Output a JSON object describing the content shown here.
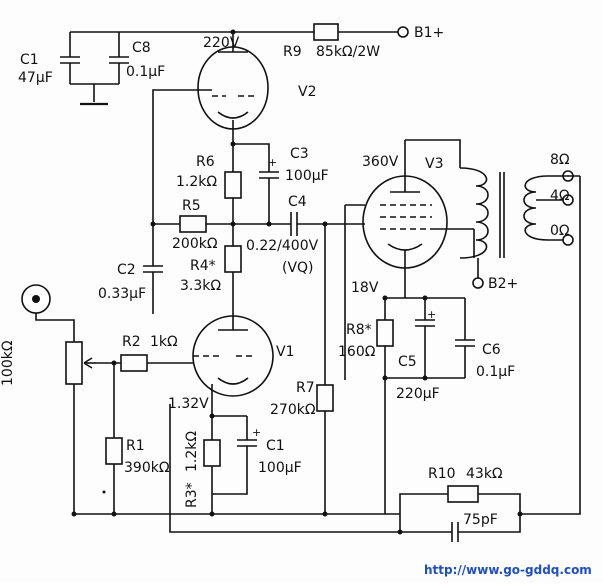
{
  "labels": {
    "c1_top": "C1",
    "c1_top_val": "47μF",
    "c8": "C8",
    "c8_val": "0.1μF",
    "v2_volt": "220V",
    "r9": "R9",
    "r9_val": "85kΩ/2W",
    "b1": "B1+",
    "v2": "V2",
    "r6": "R6",
    "r6_val": "1.2kΩ",
    "c3": "C3",
    "c3_val": "100μF",
    "v3_volt": "360V",
    "v3": "V3",
    "tap_8": "8Ω",
    "tap_4": "4Ω",
    "tap_0": "0Ω",
    "r5": "R5",
    "c4": "C4",
    "r5_val": "200kΩ",
    "c4_val": "0.22/400V",
    "c4_note": "(VQ)",
    "c2": "C2",
    "c2_val": "0.33μF",
    "r4": "R4*",
    "r4_val": "3.3kΩ",
    "b2": "B2+",
    "v3_cathode": "18V",
    "pot": "100kΩ",
    "r2": "R2",
    "r2_val": "1kΩ",
    "v1": "V1",
    "r8": "R8*",
    "r8_val": "160Ω",
    "c5": "C5",
    "c5_val": "220μF",
    "c6": "C6",
    "c6_val": "0.1μF",
    "v1_cathode": "1.32V",
    "r7": "R7",
    "r7_val": "270kΩ",
    "r1": "R1",
    "r1_val": "390kΩ",
    "r3_val": "1.2kΩ",
    "r3": "R3*",
    "c1": "C1",
    "c1_val": "100μF",
    "r10": "R10",
    "r10_val": "43kΩ",
    "c_fb_val": "75pF",
    "url": "http://www.go-gddq.com"
  }
}
